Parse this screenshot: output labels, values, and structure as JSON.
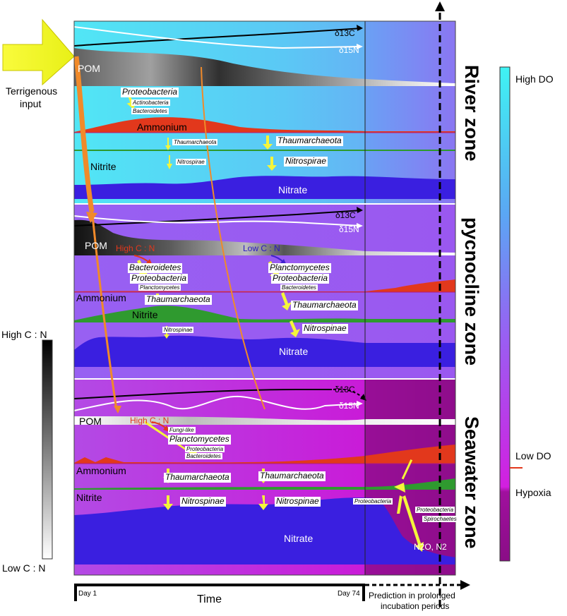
{
  "input": {
    "label_line1": "Terrigenous",
    "label_line2": "input"
  },
  "legend_cn": {
    "high": "High C : N",
    "low": "Low C : N"
  },
  "legend_do": {
    "high": "High DO",
    "low": "Low DO",
    "hypoxia": "Hypoxia"
  },
  "zones": {
    "river": {
      "title": "River zone",
      "isotope_c": "δ13C",
      "isotope_n": "δ15N",
      "pom": "POM",
      "ammonium": "Ammonium",
      "nitrite": "Nitrite",
      "nitrate": "Nitrate",
      "tax_left_1": "Proteobacteria",
      "tax_left_2": "Actinobacteria",
      "tax_left_3": "Bacteroidetes",
      "tax_mid_1": "Thaumarchaeota",
      "tax_mid_2": "Nitrospirae",
      "tax_right_1": "Thaumarchaeota",
      "tax_right_2": "Nitrospirae"
    },
    "pycnocline": {
      "title": "pycnocline zone",
      "isotope_c": "δ13C",
      "isotope_n": "δ15N",
      "pom": "POM",
      "high_cn": "High C : N",
      "low_cn": "Low C : N",
      "ammonium": "Ammonium",
      "nitrite": "Nitrite",
      "nitrate": "Nitrate",
      "tax_left_1": "Bacteroidetes",
      "tax_left_2": "Proteobacteria",
      "tax_left_3": "Planctomycetes",
      "tax_left_4": "Thaumarchaeota",
      "tax_left_5": "Nitrospinae",
      "tax_right_1": "Planctomycetes",
      "tax_right_2": "Proteobacteria",
      "tax_right_3": "Bacteroidetes",
      "tax_right_4": "Thaumarchaeota",
      "tax_right_5": "Nitrospinae"
    },
    "seawater": {
      "title": "Seawater zone",
      "isotope_c": "δ13C",
      "isotope_n": "δ15N",
      "pom": "POM",
      "high_cn": "High C : N",
      "ammonium": "Ammonium",
      "nitrite": "Nitrite",
      "nitrate": "Nitrate",
      "tax_1": "Fungi-like",
      "tax_2": "Planctomycetes",
      "tax_3": "Proteobacteria",
      "tax_4": "Bacteroidetes",
      "tax_5": "Thaumarchaeota",
      "tax_6": "Nitrospinae",
      "tax_7": "Thaumarchaeota",
      "tax_8": "Nitrospinae",
      "pred_1": "Proteobacteria",
      "pred_2": "Proteobacteria",
      "pred_3": "Spirochaetes",
      "gases": "N2O, N2"
    }
  },
  "timeline": {
    "day_start": "Day 1",
    "day_end": "Day 74",
    "axis": "Time",
    "prediction_1": "Prediction in prolonged",
    "prediction_2": "incubation periods"
  },
  "colors": {
    "river_bg": "#4fe4f4",
    "pyc_bg": "#9a5cf2",
    "sea_bg": "#b52bd9",
    "nitrate": "#3a1fe0",
    "ammonium": "#e2381c",
    "nitrite": "#2f9a2f",
    "arrow": "#f5f53a",
    "orange": "#f08a2a"
  }
}
